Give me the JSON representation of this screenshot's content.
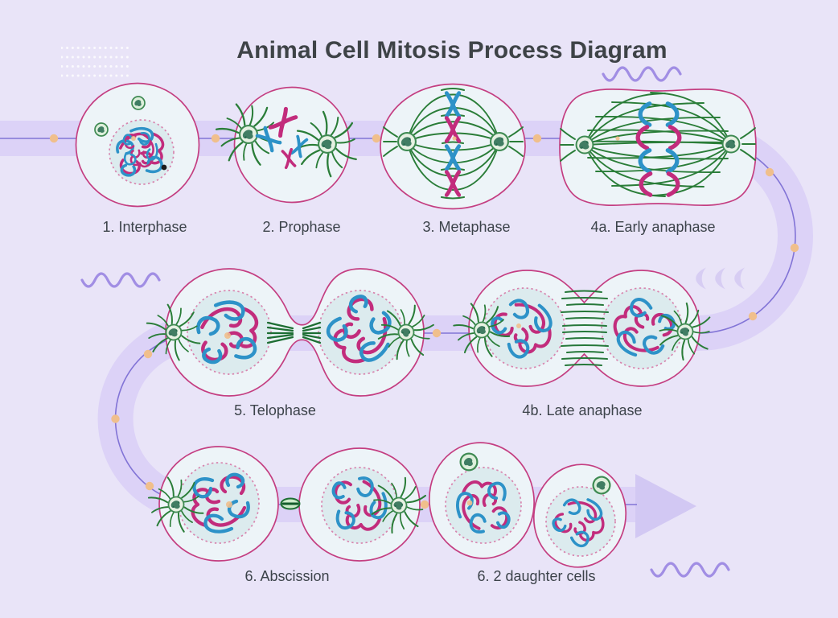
{
  "title": "Animal Cell Mitosis Process Diagram",
  "stages": [
    {
      "id": "interphase",
      "label": "1. Interphase"
    },
    {
      "id": "prophase",
      "label": "2. Prophase"
    },
    {
      "id": "metaphase",
      "label": "3. Metaphase"
    },
    {
      "id": "early-anaphase",
      "label": "4a. Early anaphase"
    },
    {
      "id": "late-anaphase",
      "label": "4b. Late anaphase"
    },
    {
      "id": "telophase",
      "label": "5. Telophase"
    },
    {
      "id": "abscission",
      "label": "6. Abscission"
    },
    {
      "id": "daughter-cells",
      "label": "6. 2 daughter cells"
    }
  ],
  "decorations": {
    "icons": [
      "dot-grid",
      "wave-squiggle",
      "chevron-triple",
      "flow-arrow",
      "path-marker-dot"
    ]
  },
  "colors": {
    "background": "#e9e4f8",
    "flow_band": "#dcd2f7",
    "flow_line": "#8274d6",
    "flow_dot": "#f0bf8c",
    "flow_arrow": "#d2c8f3",
    "chevron": "#d7cdf3",
    "membrane": "#c43e81",
    "cell_fill": "#edf4f8",
    "nucleus_fill": "#dcebee",
    "nucleus_border": "#d884ae",
    "chromatin_pink": "#c22c7c",
    "chromatin_blue": "#2d92c8",
    "spindle_green": "#2a7d38",
    "centrosome_border": "#3e8a52",
    "title_text": "#3e4347",
    "label_text": "#3c434a",
    "wave": "#a18ee4"
  }
}
